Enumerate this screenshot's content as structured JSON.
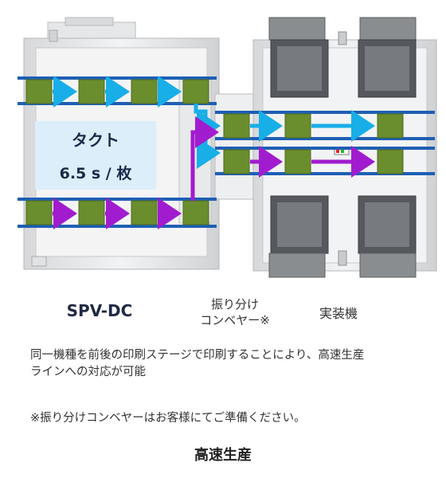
{
  "takt": {
    "title": "タクト",
    "value": "6.5 s / 枚"
  },
  "labels": {
    "spv": "SPV-DC",
    "split_line1": "振り分け",
    "split_line2": "コンベヤー※",
    "mounter": "実装機"
  },
  "description": {
    "line1": "同一機種を前後の印刷ステージで印刷することにより、高速生産",
    "line2": "ラインへの対応が可能",
    "note": "※振り分けコンベヤーはお客様にてご準備ください。"
  },
  "caption": "高速生産",
  "colors": {
    "conveyor": "#1e5fb4",
    "board": "#6a8d2e",
    "arrow_cyan": "#18aee8",
    "arrow_purple": "#a21ccf"
  }
}
